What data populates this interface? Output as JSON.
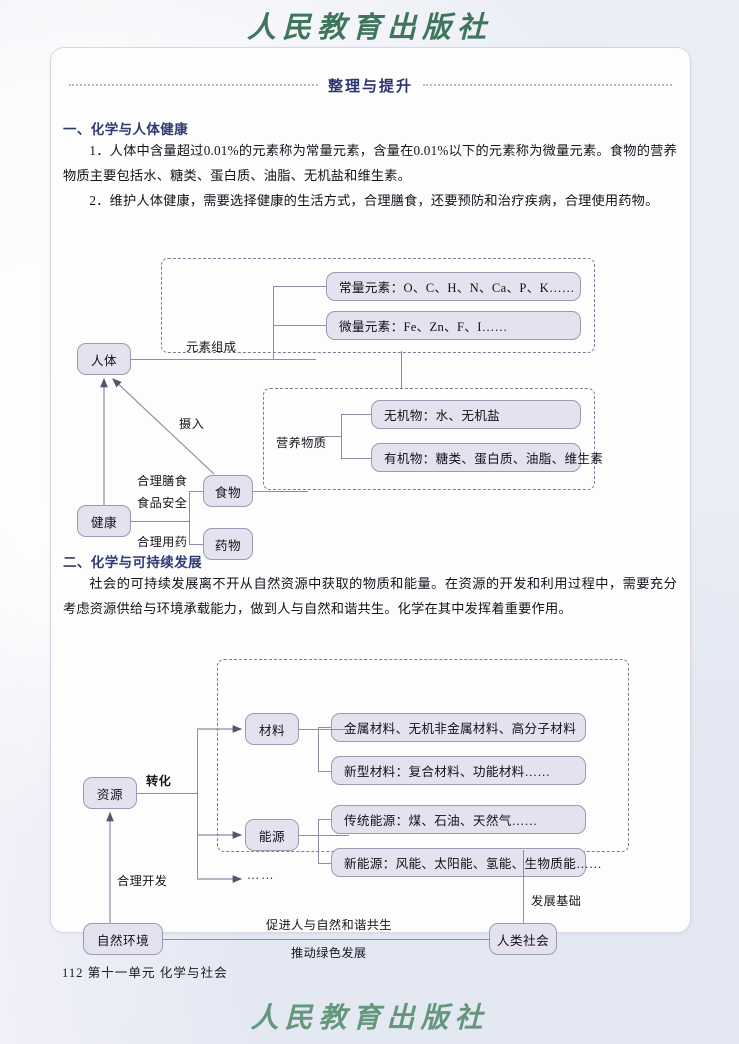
{
  "page": {
    "publisher_watermark": "人民教育出版社",
    "banner_title": "整理与提升",
    "footer": "112  第十一单元   化学与社会",
    "accent_color": "#2c3570",
    "node_fill": "#e4e2ee",
    "node_border": "#9a9ab2"
  },
  "section1": {
    "heading": "一、化学与人体健康",
    "p1": "1．人体中含量超过0.01%的元素称为常量元素，含量在0.01%以下的元素称为微量元素。食物的营养物质主要包括水、糖类、蛋白质、油脂、无机盐和维生素。",
    "p2": "2．维护人体健康，需要选择健康的生活方式，合理膳食，还要预防和治疗疾病，合理使用药物。"
  },
  "diagram1": {
    "nodes": {
      "body": "人体",
      "health": "健康",
      "food": "食物",
      "medicine": "药物",
      "macro": "常量元素：O、C、H、N、Ca、P、K……",
      "micro": "微量元素：Fe、Zn、F、I……",
      "inorganic": "无机物：水、无机盐",
      "organic": "有机物：糖类、蛋白质、油脂、维生素"
    },
    "labels": {
      "composition": "元素组成",
      "intake": "摄入",
      "diet": "合理膳食",
      "food_safety": "食品安全",
      "rational_drug": "合理用药",
      "nutrients": "营养物质"
    }
  },
  "section2": {
    "heading": "二、化学与可持续发展",
    "p1": "社会的可持续发展离不开从自然资源中获取的物质和能量。在资源的开发和利用过程中，需要充分考虑资源供给与环境承载能力，做到人与自然和谐共生。化学在其中发挥着重要作用。"
  },
  "diagram2": {
    "nodes": {
      "resource": "资源",
      "material": "材料",
      "energy": "能源",
      "nature": "自然环境",
      "society": "人类社会",
      "mat1": "金属材料、无机非金属材料、高分子材料",
      "mat2": "新型材料：复合材料、功能材料……",
      "eng1": "传统能源：煤、石油、天然气……",
      "eng2": "新能源：风能、太阳能、氢能、生物质能……"
    },
    "labels": {
      "transform": "转化",
      "rational_dev": "合理开发",
      "ellipsis": "……",
      "dev_base": "发展基础",
      "harmony": "促进人与自然和谐共生",
      "green": "推动绿色发展"
    }
  }
}
